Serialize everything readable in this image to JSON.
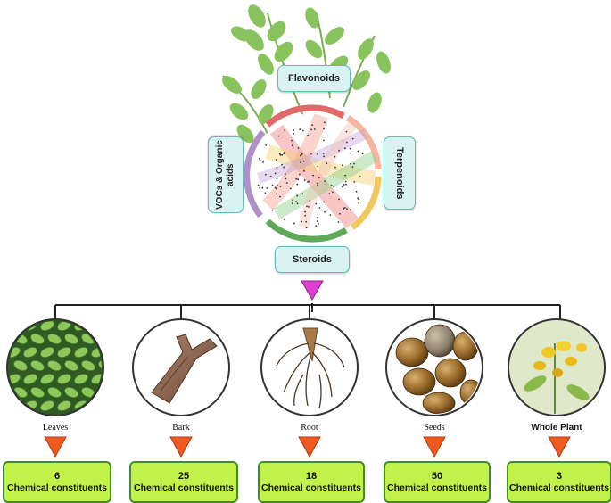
{
  "categories": {
    "top": "Flavonoids",
    "left": "VOCs & Organic acids",
    "right": "Terpenoids",
    "bottom": "Steroids"
  },
  "parts": [
    {
      "name": "Leaves",
      "count": "6",
      "label": "Chemical constituents",
      "icon": "leaves-photo"
    },
    {
      "name": "Bark",
      "count": "25",
      "label": "Chemical constituents",
      "icon": "bark-icon"
    },
    {
      "name": "Root",
      "count": "18",
      "label": "Chemical constituents",
      "icon": "root-icon"
    },
    {
      "name": "Seeds",
      "count": "50",
      "label": "Chemical constituents",
      "icon": "seeds-photo"
    },
    {
      "name": "Whole Plant",
      "count": "3",
      "label": "Chemical constituents",
      "icon": "whole-plant-photo"
    }
  ],
  "colors": {
    "box_fill": "#c2f24a",
    "box_border": "#3f8c2a",
    "arrow": "#f05a1e",
    "connector_triangle": "#e040d0",
    "category_fill": "#d9f3f2"
  }
}
